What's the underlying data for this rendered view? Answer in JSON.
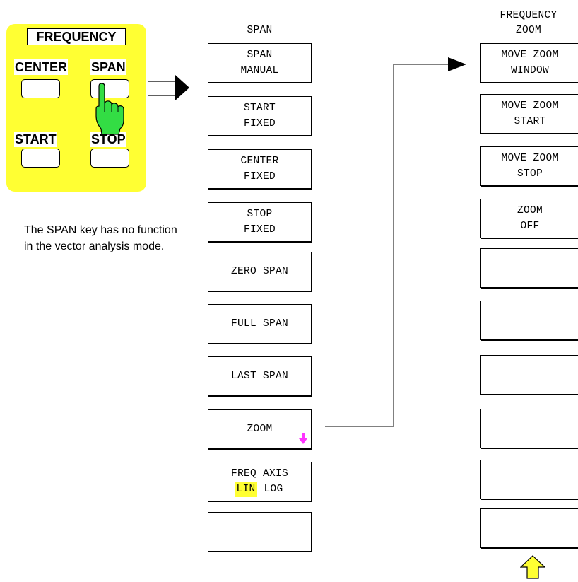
{
  "keypad": {
    "title": "FREQUENCY",
    "keys": {
      "center": "CENTER",
      "span": "SPAN",
      "start": "START",
      "stop": "STOP"
    }
  },
  "note": "The SPAN key has no function in the vector analysis mode.",
  "span_menu": {
    "title": "SPAN",
    "keys": [
      {
        "line1": "SPAN",
        "line2": "MANUAL"
      },
      {
        "line1": "START",
        "line2": "FIXED"
      },
      {
        "line1": "CENTER",
        "line2": "FIXED"
      },
      {
        "line1": "STOP",
        "line2": "FIXED"
      },
      {
        "line1": "ZERO SPAN",
        "line2": ""
      },
      {
        "line1": "FULL SPAN",
        "line2": ""
      },
      {
        "line1": "LAST SPAN",
        "line2": ""
      },
      {
        "line1": "ZOOM",
        "line2": ""
      },
      {
        "line1": "FREQ AXIS",
        "lin": "LIN",
        "log": "LOG"
      },
      {
        "line1": "",
        "line2": ""
      }
    ]
  },
  "zoom_menu": {
    "title_line1": "FREQUENCY",
    "title_line2": "ZOOM",
    "keys": [
      {
        "line1": "MOVE ZOOM",
        "line2": "WINDOW"
      },
      {
        "line1": "MOVE ZOOM",
        "line2": "START"
      },
      {
        "line1": "MOVE ZOOM",
        "line2": "STOP"
      },
      {
        "line1": "ZOOM",
        "line2": "OFF"
      },
      {
        "line1": "",
        "line2": ""
      },
      {
        "line1": "",
        "line2": ""
      },
      {
        "line1": "",
        "line2": ""
      },
      {
        "line1": "",
        "line2": ""
      },
      {
        "line1": "",
        "line2": ""
      },
      {
        "line1": "",
        "line2": ""
      }
    ]
  },
  "colors": {
    "panel": "#ffff33",
    "hand": "#33dd44",
    "submenu_arrow": "#ff33ff",
    "up_arrow": "#ffff33"
  }
}
